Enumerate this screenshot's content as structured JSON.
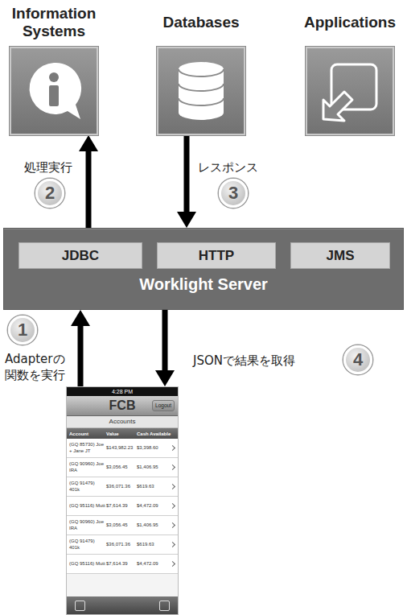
{
  "diagram": {
    "nodes": [
      {
        "text": [
          "Information Systems"
        ]
      },
      {
        "text": [
          "Databases"
        ]
      },
      {
        "text": [
          "Applications"
        ]
      },
      {
        "text": [
          "Worklight Server"
        ]
      },
      {
        "text": [
          "JDBC"
        ],
        "in": 3
      },
      {
        "text": [
          "HTTP"
        ],
        "in": 3
      },
      {
        "text": [
          "JMS"
        ],
        "in": 3
      },
      {
        "text": [
          "4:28 PM",
          "FCB",
          "Logout",
          "Accounts",
          "Account",
          "Value",
          "Cash Available",
          "(GQ 85730) Joe + Jane JT",
          "$143,982.23",
          "$3,398.60",
          "(GQ 90960) Joe IRA",
          "$3,056.45",
          "$1,406.95",
          "(GQ 91479) 401k",
          "$36,071.36",
          "$619.63",
          "(GQ 95116) Mutt",
          "$7,614.39",
          "$4,472.09",
          "(GQ 90960) Joe IRA",
          "$3,056.45",
          "$1,406.95",
          "(GQ 91479) 401k",
          "$36,071.36",
          "$619.63",
          "(GQ 95116) Mutt",
          "$7,614.39",
          "$4,472.09"
        ]
      }
    ],
    "edges": [
      {
        "from": 3,
        "to": 0,
        "arrow": "to",
        "label": "処理実行"
      },
      {
        "from": 1,
        "to": 3,
        "arrow": "to",
        "label": "レスポンス"
      },
      {
        "from": 7,
        "to": 3,
        "arrow": "to",
        "label": "Adapterの関数を実行"
      },
      {
        "from": 3,
        "to": 7,
        "arrow": "to",
        "label": "JSONで結果を取得"
      }
    ],
    "labels": [
      "2",
      "3",
      "1",
      "4"
    ]
  }
}
